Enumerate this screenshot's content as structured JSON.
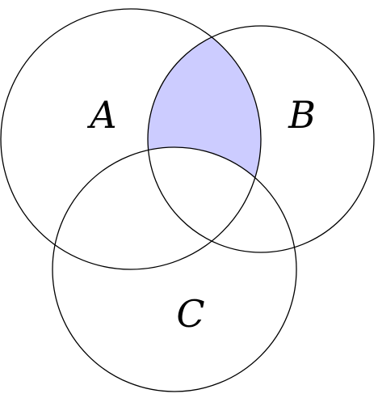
{
  "diagram": {
    "type": "venn",
    "sets": [
      {
        "id": "A",
        "label": "A"
      },
      {
        "id": "B",
        "label": "B"
      },
      {
        "id": "C",
        "label": "C"
      }
    ],
    "shaded_region": {
      "description": "A ∩ B ∩ C'",
      "fill_color": "#ccccff"
    },
    "stroke_color": "#000000",
    "background_color": "#ffffff"
  }
}
